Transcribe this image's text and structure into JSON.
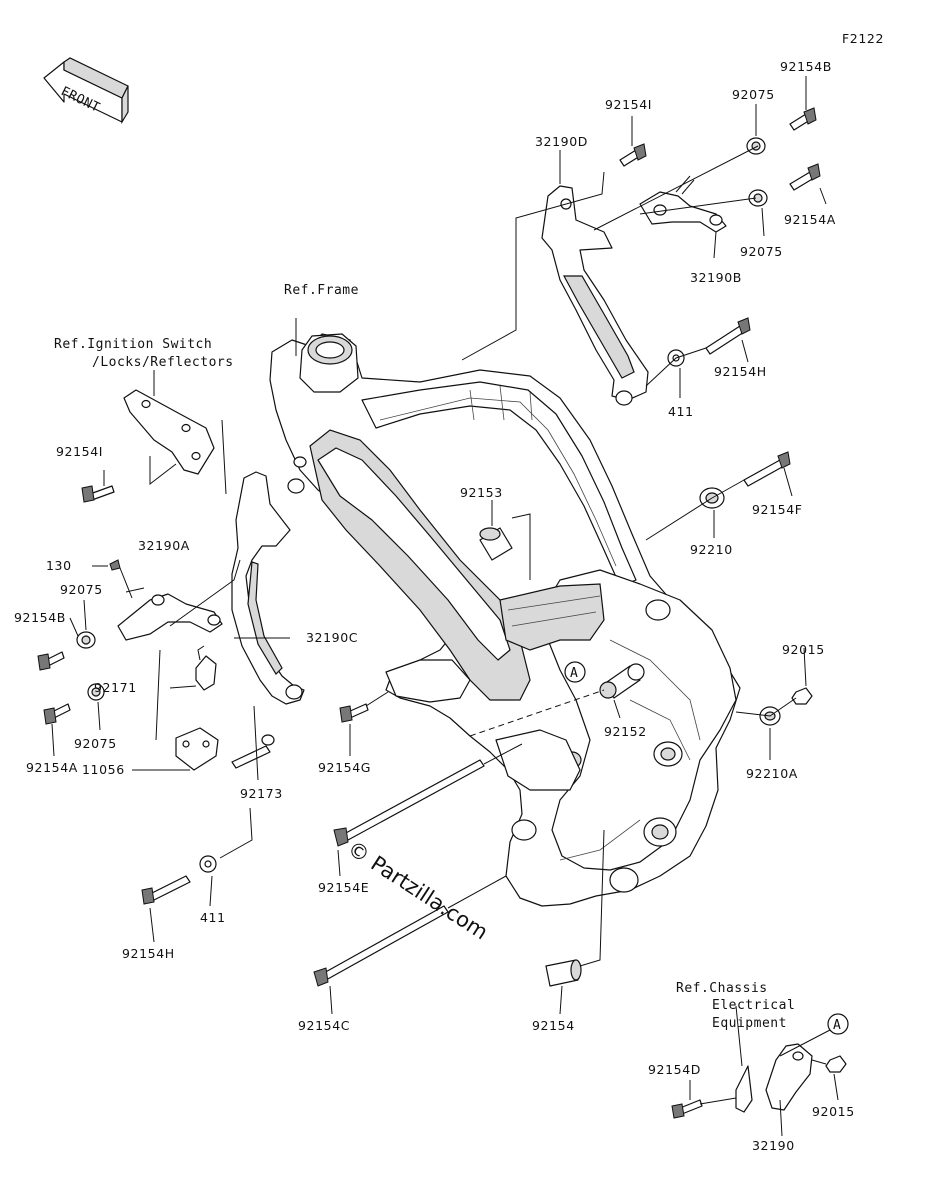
{
  "diagram_code": "F2122",
  "front_label": "FRONT",
  "watermark": "© Partzilla.com",
  "refs": {
    "frame": "Ref.Frame",
    "ignition_line1": "Ref.Ignition Switch",
    "ignition_line2": "/Locks/Reflectors",
    "chassis_line1": "Ref.Chassis",
    "chassis_line2": "Electrical",
    "chassis_line3": "Equipment"
  },
  "callout_symbol": "A",
  "parts": {
    "p92154B_top": "92154B",
    "p92075_top": "92075",
    "p92154I_top": "92154I",
    "p32190D": "32190D",
    "p92154A_right": "92154A",
    "p92075_right": "92075",
    "p32190B": "32190B",
    "p92154H_right": "92154H",
    "p411_right": "411",
    "p92154F": "92154F",
    "p92210": "92210",
    "p92153": "92153",
    "p92154I_left": "92154I",
    "p130": "130",
    "p32190A": "32190A",
    "p92075_left": "92075",
    "p92154B_left": "92154B",
    "p32190C": "32190C",
    "p92171": "92171",
    "p92075_left2": "92075",
    "p92154A_left": "92154A",
    "p11056": "11056",
    "p92173": "92173",
    "p92154G": "92154G",
    "p92152": "92152",
    "p92015_right": "92015",
    "p92210A": "92210A",
    "p411_left": "411",
    "p92154H_left": "92154H",
    "p92154E": "92154E",
    "p92154C": "92154C",
    "p92154": "92154",
    "p92154D": "92154D",
    "p92015_bottom": "92015",
    "p32190": "32190"
  }
}
